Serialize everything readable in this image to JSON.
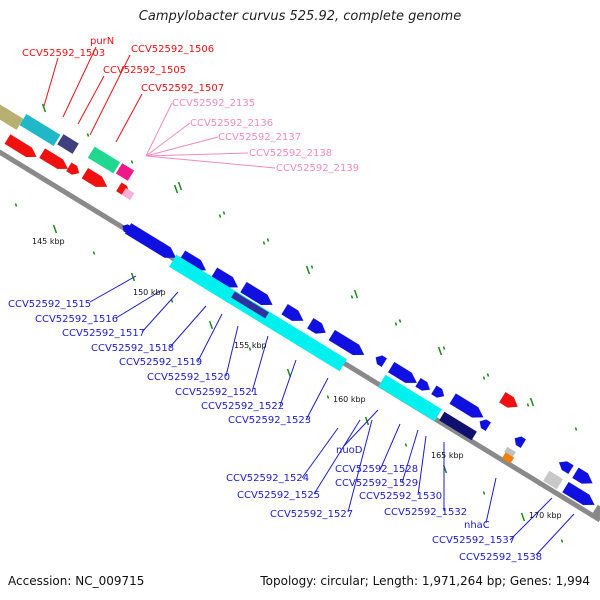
{
  "title": "Campylobacter curvus 525.92, complete genome",
  "footer": {
    "accession": "Accession: NC_009715",
    "topology": "Topology: circular; Length: 1,971,264 bp; Genes: 1,994"
  },
  "colors": {
    "red_label": "#e8141a",
    "pink_label": "#f08cc0",
    "blue_label": "#1e1ec8",
    "tick": "#2a8a2a",
    "backbone": "#888888"
  },
  "scale_labels": [
    "145 kbp",
    "150 kbp",
    "155 kbp",
    "160 kbp",
    "165 kbp",
    "170 kbp"
  ],
  "red_labels": [
    "purN",
    "CCV52592_1503",
    "CCV52592_1506",
    "CCV52592_1505",
    "CCV52592_1507"
  ],
  "pink_labels": [
    "CCV52592_2135",
    "CCV52592_2136",
    "CCV52592_2137",
    "CCV52592_2138",
    "CCV52592_2139"
  ],
  "blue_labels": [
    "CCV52592_1515",
    "CCV52592_1516",
    "CCV52592_1517",
    "CCV52592_1518",
    "CCV52592_1519",
    "CCV52592_1520",
    "CCV52592_1521",
    "CCV52592_1522",
    "CCV52592_1523",
    "nuoD",
    "CCV52592_1524",
    "CCV52592_1525",
    "CCV52592_1527",
    "CCV52592_1528",
    "CCV52592_1529",
    "CCV52592_1530",
    "CCV52592_1532",
    "nhaC",
    "CCV52592_1537",
    "CCV52592_1538"
  ]
}
